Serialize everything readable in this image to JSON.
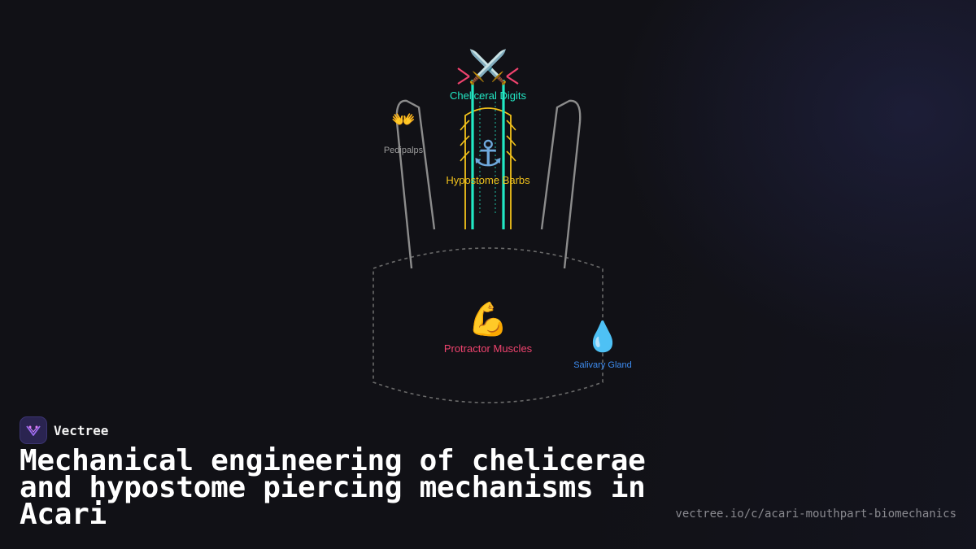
{
  "brand": {
    "name": "Vectree"
  },
  "title": "Mechanical engineering of chelicerae and hypostome piercing mechanisms in Acari",
  "url": "vectree.io/c/acari-mouthpart-biomechanics",
  "colors": {
    "background": "#111116",
    "chelicera": "#22e8c4",
    "hypostome": "#f2c21b",
    "muscle": "#f0436e",
    "gland": "#3d8cf0",
    "palp": "#8c8c8c",
    "capitulum_outline": "#6a6a6a"
  },
  "diagram": {
    "labels": {
      "cheliceral_digits": "Cheliceral Digits",
      "hypostome_barbs": "Hypostome Barbs",
      "pedipalps": "Pedipalps",
      "protractor_muscles": "Protractor Muscles",
      "salivary_gland": "Salivary Gland"
    },
    "icons": {
      "cheliceral_digits": "crossed-swords-icon",
      "hypostome_barbs": "anchor-icon",
      "pedipalps": "open-hands-icon",
      "protractor_muscles": "flexed-biceps-icon",
      "salivary_gland": "droplet-icon"
    }
  }
}
